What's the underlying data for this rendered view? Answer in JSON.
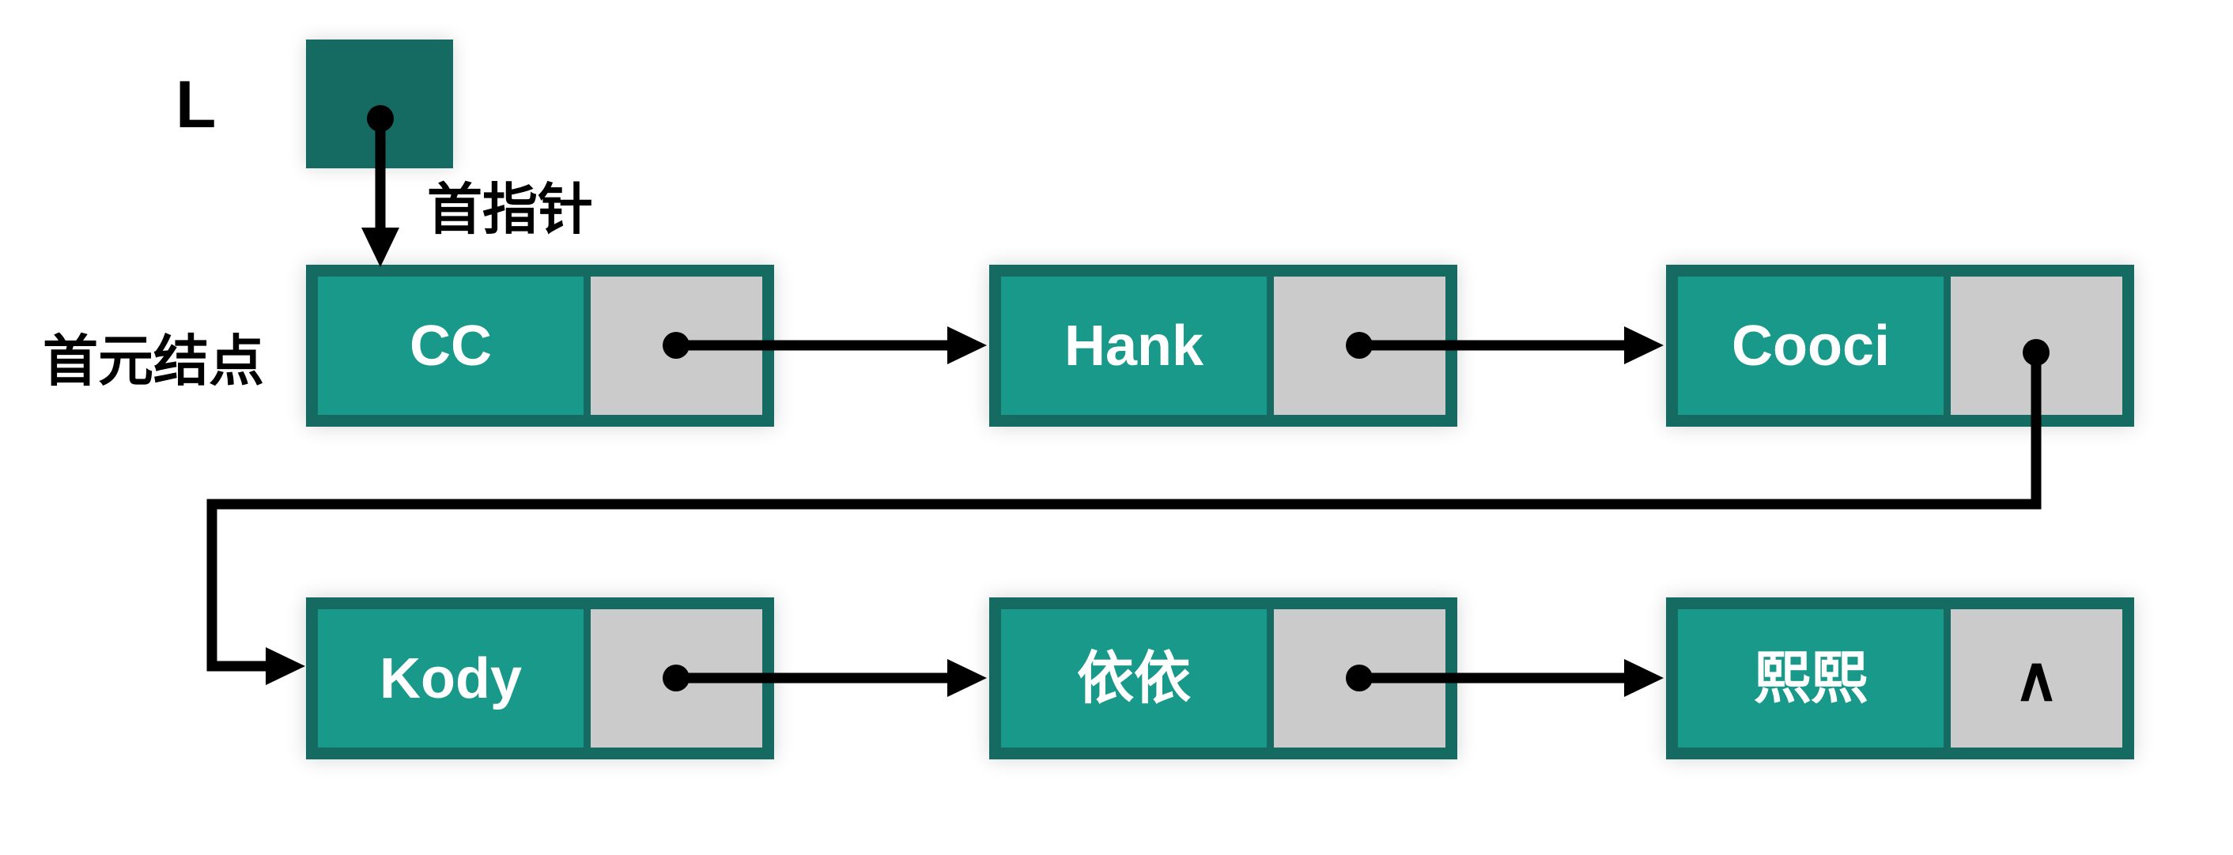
{
  "diagram": {
    "type": "singly-linked-list",
    "list_pointer_label": "L",
    "head_pointer_caption": "首指针",
    "first_node_caption": "首元结点",
    "null_symbol": "∧",
    "nodes": [
      {
        "data": "CC",
        "pointer": "next"
      },
      {
        "data": "Hank",
        "pointer": "next"
      },
      {
        "data": "Cooci",
        "pointer": "next"
      },
      {
        "data": "Kody",
        "pointer": "next"
      },
      {
        "data": "依依",
        "pointer": "next"
      },
      {
        "data": "熙熙",
        "pointer": "∧"
      }
    ],
    "colors": {
      "node_frame_teal": "#156A62",
      "node_data_teal": "#18998A",
      "pointer_cell_gray": "#CBCBCB",
      "connector_black": "#000000",
      "node_text_white": "#FFFFFF",
      "background": "#FFFFFF"
    }
  }
}
